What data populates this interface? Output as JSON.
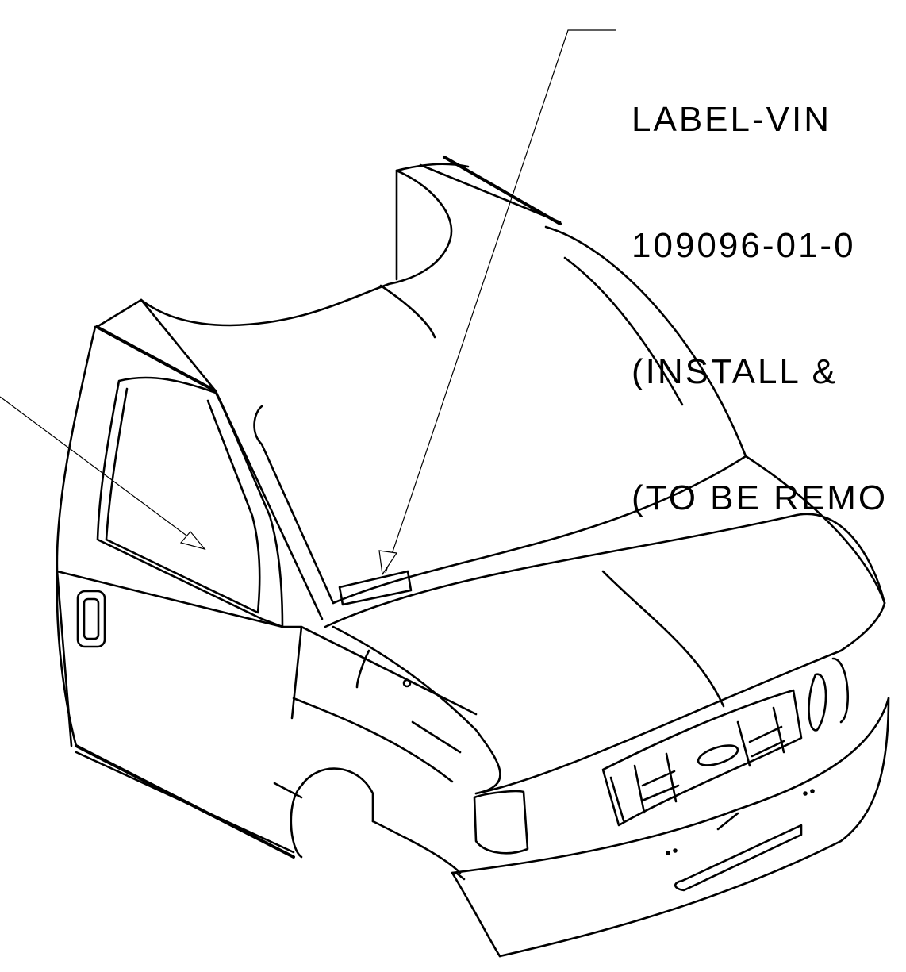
{
  "callout": {
    "line1": "LABEL-VIN",
    "line2": "109096-01-0",
    "line3": "(INSTALL & ",
    "line4": "(TO BE REMO"
  },
  "colors": {
    "ink": "#000000",
    "paper": "#ffffff"
  }
}
